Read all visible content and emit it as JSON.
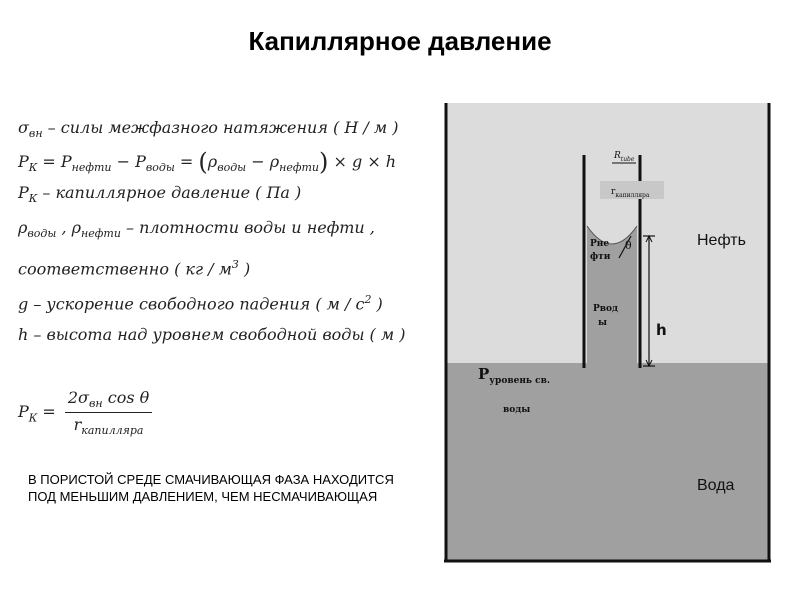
{
  "title": "Капиллярное давление",
  "equations": {
    "line1": {
      "sym": "σ",
      "sub": "вн",
      "text": " – силы межфазного натяжения ( Н / м )"
    },
    "line2": {
      "lhs": "P",
      "lhs_sub": "К",
      "eq": " = P",
      "sub_oil": "нефти",
      "minus": " − P",
      "sub_water": "воды",
      "eq2": " = ",
      "rho1": "ρ",
      "rho1_sub": "воды",
      "minus2": " − ρ",
      "rho2_sub": "нефти",
      "tail": " × g × h"
    },
    "line3": {
      "lhs": "P",
      "lhs_sub": "К",
      "text": " – капиллярное давление ( Па )"
    },
    "line4": {
      "rho": "ρ",
      "sub1": "воды",
      "sep": " , ρ",
      "sub2": "нефти",
      "text": " – плотности воды и нефти ,"
    },
    "line5": {
      "text": "соответственно ( кг / м",
      "sup": "3",
      "close": " )"
    },
    "line6": {
      "text": "g – ускорение свободного падения ( м / с",
      "sup": "2",
      "close": " )"
    },
    "line7": {
      "text": "h – высота над уровнем свободной воды ( м )"
    },
    "formula": {
      "lhs": "P",
      "lhs_sub": "К",
      "eq": " =",
      "num": "2σ",
      "num_sub": "вн",
      "num_tail": " cos θ",
      "den": "r",
      "den_sub": "капилляра"
    }
  },
  "note": "В пористой среде смачивающая фаза находится под меньшим давлением, чем несмачивающая",
  "diagram": {
    "label_oil": "Нефть",
    "label_water": "Вода",
    "label_h": "h",
    "label_theta": "θ",
    "label_rtube": "R",
    "label_rtube_sub": "tube",
    "label_rcap": "r",
    "label_rcap_sub": "капилляра",
    "label_poil": "Pне фти",
    "label_pwater": "Pвод ы",
    "label_pfree_main": "P",
    "label_pfree_sub": "уровень св.",
    "label_pfree_line2": "воды",
    "colors": {
      "oil": "#dcdcdc",
      "water": "#a0a0a0",
      "wall": "#111111",
      "rbox": "#c8c8c8"
    }
  }
}
